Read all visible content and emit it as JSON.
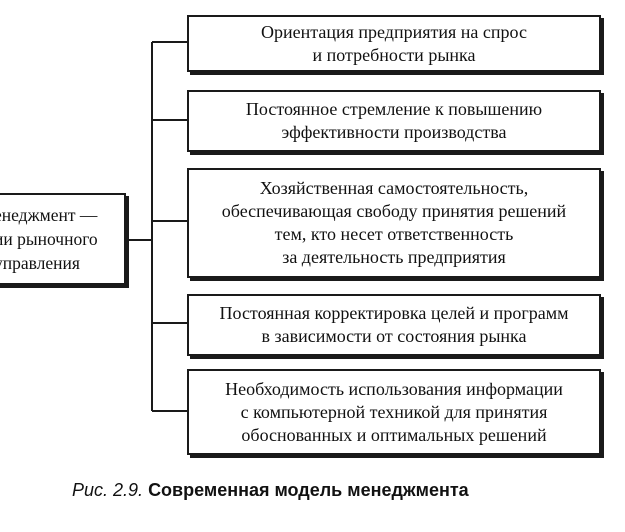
{
  "root": {
    "lines": [
      "енеджмент —",
      "ии рыночного",
      "управления"
    ]
  },
  "items": [
    {
      "lines": [
        "Ориентация предприятия на спрос",
        "и потребности рынка"
      ]
    },
    {
      "lines": [
        "Постоянное стремление к повышению",
        "эффективности производства"
      ]
    },
    {
      "lines": [
        "Хозяйственная самостоятельность,",
        "обеспечивающая свободу принятия решений",
        "тем, кто несет ответственность",
        "за деятельность предприятия"
      ]
    },
    {
      "lines": [
        "Постоянная корректировка целей и программ",
        "в зависимости от состояния рынка"
      ]
    },
    {
      "lines": [
        "Необходимость использования информации",
        "с компьютерной техникой для принятия",
        "обоснованных и оптимальных решений"
      ]
    }
  ],
  "caption": {
    "number": "Рис. 2.9.",
    "title": "Современная модель менеджмента"
  }
}
